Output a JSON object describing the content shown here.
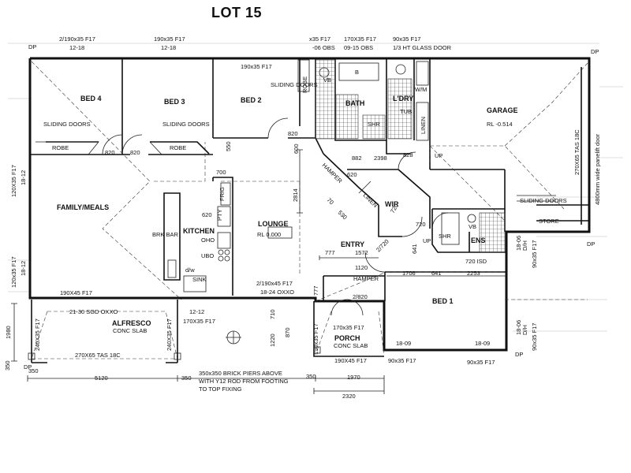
{
  "title": "LOT 15",
  "rooms": {
    "bed4": "BED 4",
    "bed3": "BED 3",
    "bed2": "BED 2",
    "bath": "BATH",
    "dry": "L'DRY",
    "garage": "GARAGE",
    "garage_rl": "RL -0.514",
    "family": "FAMILY/MEALS",
    "kitchen": "KITCHEN",
    "lounge": "LOUNGE",
    "lounge_rl": "RL 0.000",
    "entry": "ENTRY",
    "wir": "WIR",
    "ens": "ENS",
    "bed1": "BED 1",
    "alfresco": "ALFRESCO",
    "alfresco_slab": "CONC SLAB",
    "porch": "PORCH",
    "porch_slab": "CONC SLAB",
    "store": "STORE"
  },
  "labels": {
    "sliding_doors": "SLIDING DOORS",
    "robe": "ROBE",
    "linen": "LINEN",
    "hamper": "HAMPER",
    "shr": "SHR",
    "wm": "W/M",
    "tub": "TUB",
    "brk_bar": "BRK BAR",
    "pty": "PTY",
    "frig": "FRIG",
    "oho": "OHO",
    "ubo": "UBO",
    "dw": "d/w",
    "sink": "SINK",
    "up": "UP",
    "dp": "DP",
    "b": "B",
    "vb": "VB",
    "garage_door": "4800mm wide panelift door",
    "garage_beam": "270X65 TAS 18C",
    "piers_note_1": "350x350 BRICK PIERS ABOVE",
    "piers_note_2": "WITH Y12 ROD FROM FOOTING",
    "piers_note_3": "TO TOP FIXING"
  },
  "windows": {
    "w_bed4": "2/190x35 F17",
    "w_bed4_h": "12-18",
    "w_bed3": "190x35 F17",
    "w_bed3_h": "12-18",
    "w_bed2": "190x35 F17",
    "w_bath1": "x35 F17",
    "w_bath1_h": "-06 OBS",
    "w_bath2": "170X35 F17",
    "w_bath2_h": "09-15 OBS",
    "w_dry": "90x35 F17",
    "w_dry_h": "1/3 HT GLASS DOOR",
    "w_left1": "120X35 F17",
    "w_left1_h": "18-12",
    "w_left2": "120x35 F17",
    "w_left2_h": "18-12",
    "w_family": "190X45 F17",
    "w_alf_door": "21-30 SGD OXXO",
    "w_alf_w": "12-12",
    "w_alf_w2": "170X35 F17",
    "w_lounge": "2/190x45 F17",
    "w_lounge_h": "18-24 OXXO",
    "w_porch": "170x35 F17",
    "w_porch_side": "190x35 F17",
    "w_porch_bot": "190X45 F17",
    "w_bed1_1": "18-09",
    "w_bed1_2": "90x35 F17",
    "w_bed1_3": "18-09",
    "w_bed1_4": "90x35 F17",
    "w_ens_1": "18-06",
    "w_ens_2": "D/H",
    "w_ens_3": "90x35 F17",
    "w_bed1_side1": "18-06",
    "w_bed1_side2": "D/H",
    "w_bed1_side3": "90x35 F17",
    "w_alf_left": "240X35 F17",
    "w_alf_right": "240X35 F17",
    "w_alf_beam": "270X65 TAS 18C"
  },
  "dims": {
    "d820a": "820",
    "d820b": "820",
    "d820c": "820",
    "d550": "550",
    "d700": "700",
    "d600": "600",
    "d882": "882",
    "d2398": "2398",
    "d828": "828",
    "d620a": "620",
    "d620b": "620",
    "d2814": "2814",
    "d720a": "720",
    "d720b": "720",
    "d720isd": "720 ISD",
    "d777a": "777",
    "d1572": "1572",
    "d2720": "2/720",
    "d641a": "641",
    "d1120": "1120",
    "d1706": "1706",
    "d641b": "641",
    "d2253": "2253",
    "d2820": "2/820",
    "d777b": "777",
    "d710": "710",
    "d1220": "1220",
    "d870": "870",
    "d1980": "1980",
    "d350a": "350",
    "d350b": "350",
    "d350c": "350",
    "d350d": "350",
    "d5120": "5120",
    "d1970": "1970",
    "d2320": "2320",
    "d530": "530",
    "d70": "70"
  }
}
